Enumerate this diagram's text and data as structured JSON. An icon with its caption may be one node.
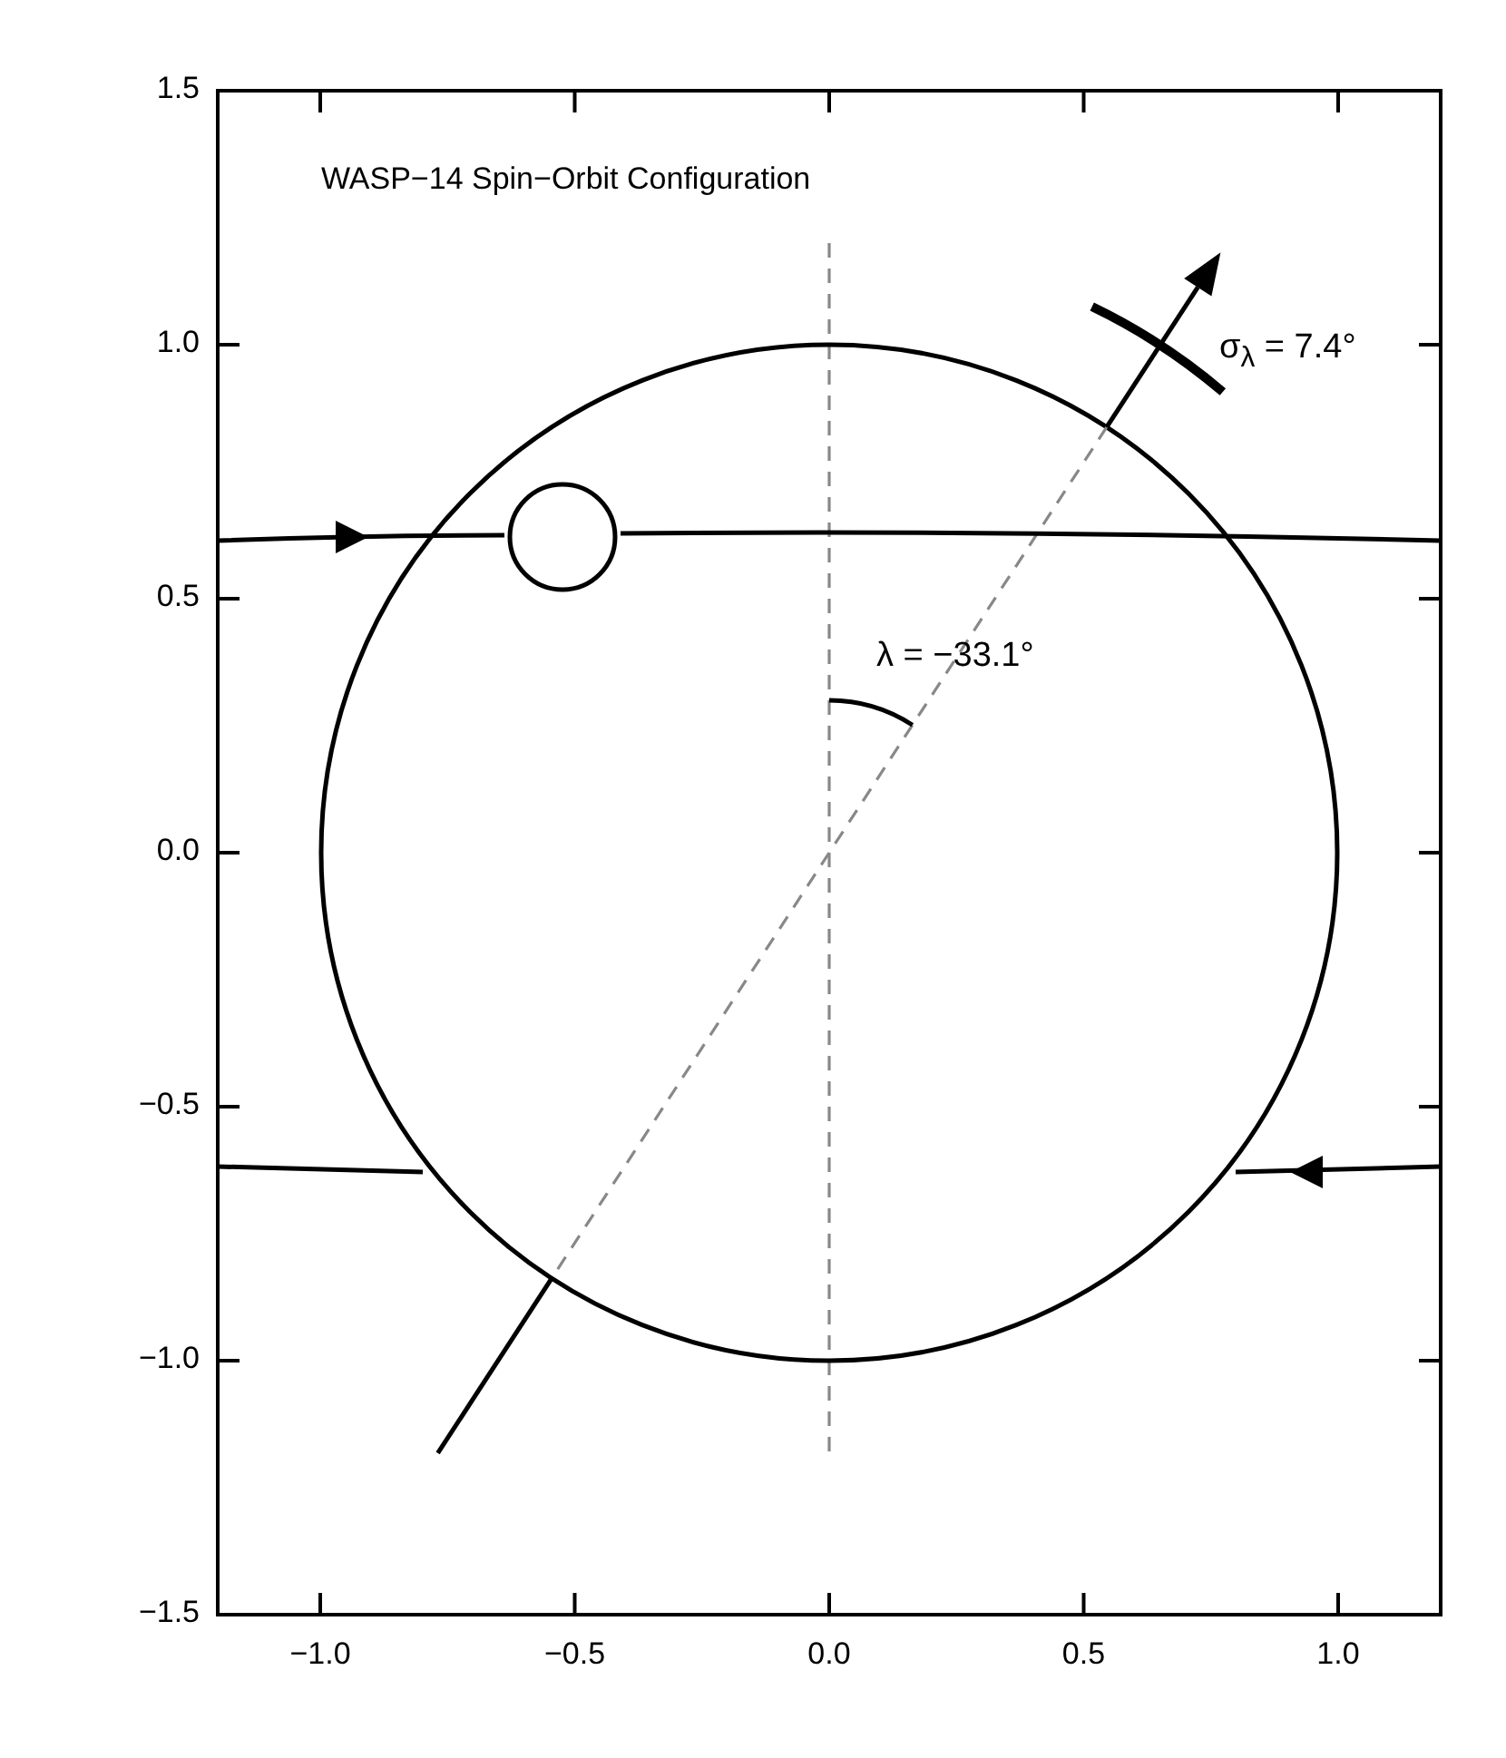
{
  "diagram": {
    "title": "WASP−14 Spin−Orbit Configuration",
    "labels": [
      "1.5",
      "1.0",
      "0.5",
      "0.0",
      "−0.5",
      "−1.0",
      "−1.5",
      "−1.0",
      "−0.5",
      "0.0",
      "0.5",
      "1.0",
      "λ = −33.1°",
      "σ$_{λ}$ = 7.4°"
    ]
  }
}
